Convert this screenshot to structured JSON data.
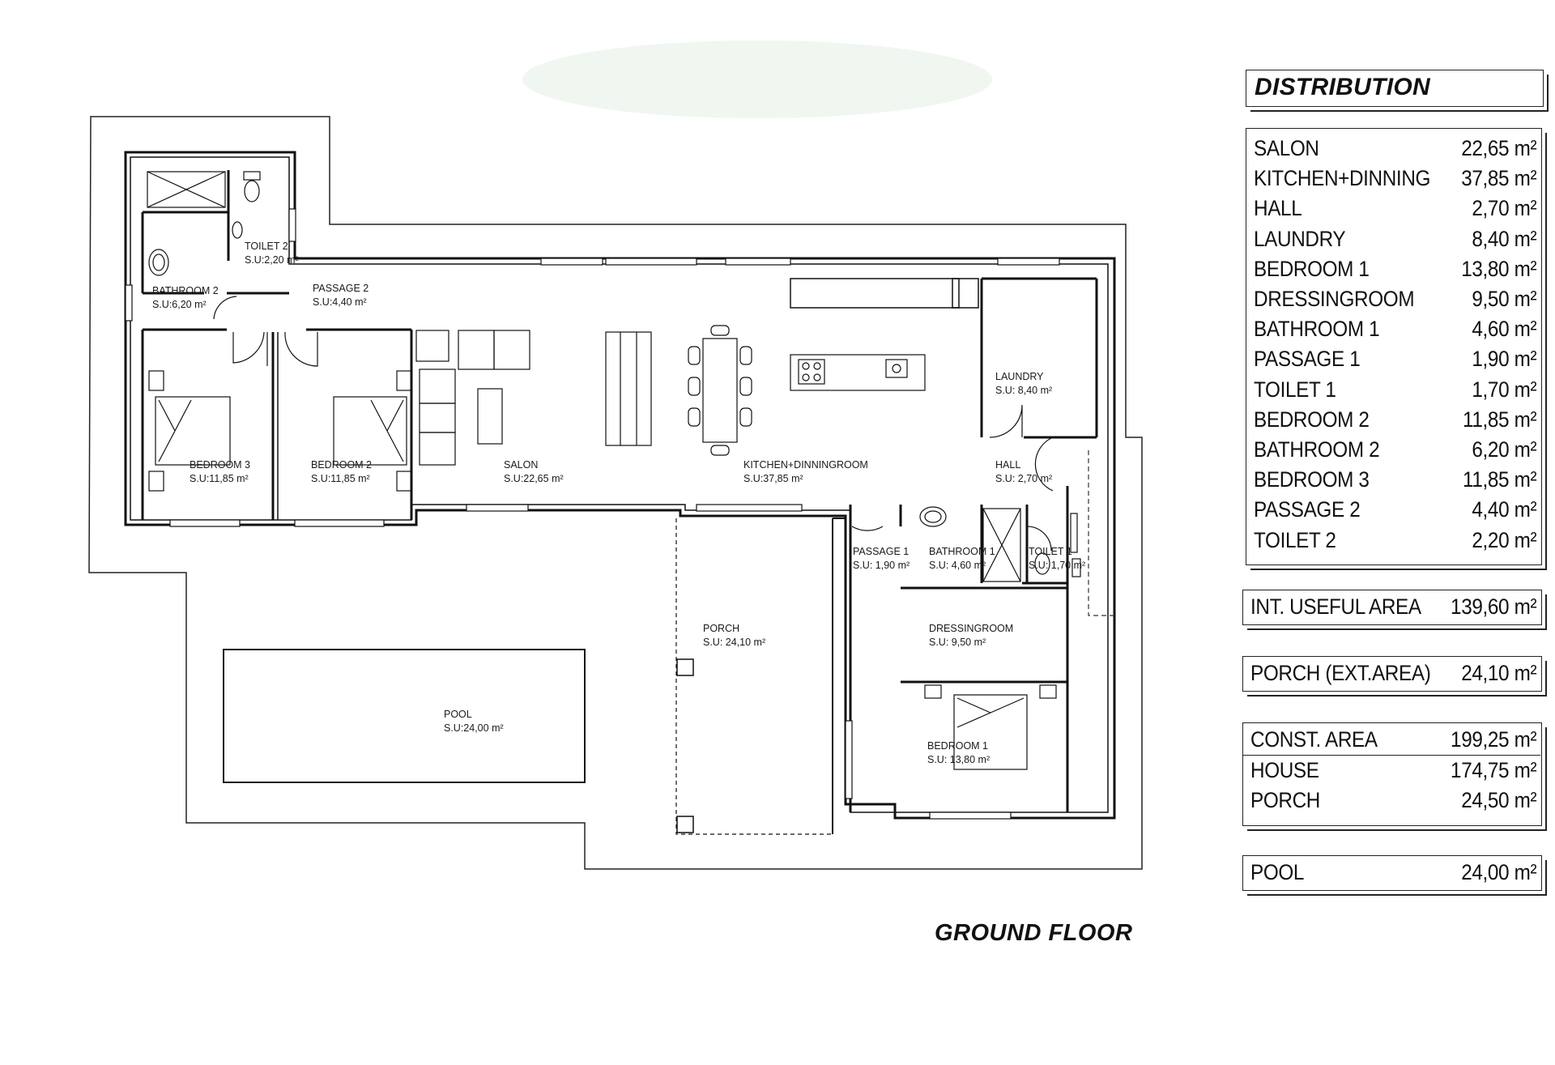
{
  "plan": {
    "title": "GROUND FLOOR",
    "rooms": [
      {
        "id": "bathroom2",
        "name": "BATHROOM 2",
        "area": "S.U:6,20 m²"
      },
      {
        "id": "toilet2",
        "name": "TOILET 2",
        "area": "S.U:2,20 m²"
      },
      {
        "id": "passage2",
        "name": "PASSAGE 2",
        "area": "S.U:4,40 m²"
      },
      {
        "id": "bedroom3",
        "name": "BEDROOM 3",
        "area": "S.U:11,85 m²"
      },
      {
        "id": "bedroom2",
        "name": "BEDROOM 2",
        "area": "S.U:11,85 m²"
      },
      {
        "id": "salon",
        "name": "SALON",
        "area": "S.U:22,65 m²"
      },
      {
        "id": "kitchen",
        "name": "KITCHEN+DINNINGROOM",
        "area": "S.U:37,85 m²"
      },
      {
        "id": "laundry",
        "name": "LAUNDRY",
        "area": "S.U: 8,40 m²"
      },
      {
        "id": "hall",
        "name": "HALL",
        "area": "S.U: 2,70 m²"
      },
      {
        "id": "passage1",
        "name": "PASSAGE 1",
        "area": "S.U: 1,90 m²"
      },
      {
        "id": "bathroom1",
        "name": "BATHROOM 1",
        "area": "S.U: 4,60 m²"
      },
      {
        "id": "toilet1",
        "name": "TOILET 1",
        "area": "S.U: 1,70 m²"
      },
      {
        "id": "dressingroom",
        "name": "DRESSINGROOM",
        "area": "S.U: 9,50 m²"
      },
      {
        "id": "porch",
        "name": "PORCH",
        "area": "S.U: 24,10 m²"
      },
      {
        "id": "bedroom1",
        "name": "BEDROOM 1",
        "area": "S.U: 13,80 m²"
      },
      {
        "id": "pool",
        "name": "POOL",
        "area": "S.U:24,00 m²"
      }
    ]
  },
  "schedule": {
    "distribution_title": "DISTRIBUTION",
    "distribution": [
      {
        "name": "SALON",
        "value": "22,65 m²"
      },
      {
        "name": "KITCHEN+DINNING",
        "value": "37,85 m²"
      },
      {
        "name": "HALL",
        "value": "2,70 m²"
      },
      {
        "name": "LAUNDRY",
        "value": "8,40 m²"
      },
      {
        "name": "BEDROOM 1",
        "value": "13,80 m²"
      },
      {
        "name": "DRESSINGROOM",
        "value": "9,50 m²"
      },
      {
        "name": "BATHROOM 1",
        "value": "4,60 m²"
      },
      {
        "name": "PASSAGE 1",
        "value": "1,90 m²"
      },
      {
        "name": "TOILET 1",
        "value": "1,70 m²"
      },
      {
        "name": "BEDROOM 2",
        "value": "11,85 m²"
      },
      {
        "name": "BATHROOM 2",
        "value": "6,20 m²"
      },
      {
        "name": "BEDROOM 3",
        "value": "11,85 m²"
      },
      {
        "name": "PASSAGE 2",
        "value": "4,40 m²"
      },
      {
        "name": "TOILET 2",
        "value": "2,20 m²"
      }
    ],
    "useful_area": {
      "name": "INT. USEFUL AREA",
      "value": "139,60 m²"
    },
    "porch_ext": {
      "name": "PORCH (EXT.AREA)",
      "value": "24,10 m²"
    },
    "construction": [
      {
        "name": "CONST. AREA",
        "value": "199,25 m²"
      },
      {
        "name": "HOUSE",
        "value": "174,75 m²"
      },
      {
        "name": "PORCH",
        "value": "24,50 m²"
      }
    ],
    "pool": {
      "name": "POOL",
      "value": "24,00 m²"
    }
  }
}
